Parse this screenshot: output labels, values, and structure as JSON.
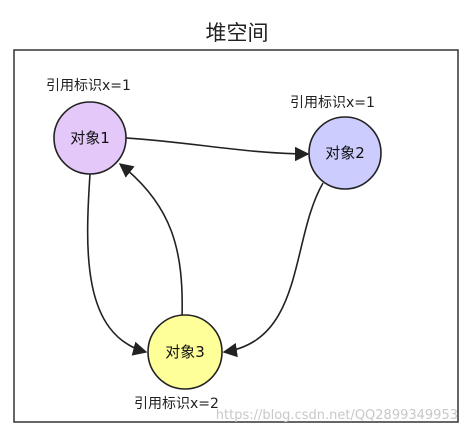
{
  "diagram": {
    "title": "堆空间",
    "nodes": [
      {
        "id": "obj1",
        "label": "对象1",
        "fill": "#e5c8fa",
        "ref_label": "引用标识x=1"
      },
      {
        "id": "obj2",
        "label": "对象2",
        "fill": "#ccccff",
        "ref_label": "引用标识x=1"
      },
      {
        "id": "obj3",
        "label": "对象3",
        "fill": "#ffff99",
        "ref_label": "引用标识x=2"
      }
    ],
    "edges": [
      {
        "from": "obj1",
        "to": "obj2"
      },
      {
        "from": "obj1",
        "to": "obj3"
      },
      {
        "from": "obj2",
        "to": "obj3"
      },
      {
        "from": "obj3",
        "to": "obj1"
      }
    ],
    "watermark": "https://blog.csdn.net/QQ2899349953",
    "colors": {
      "border": "#333333",
      "stroke": "#222222"
    }
  }
}
